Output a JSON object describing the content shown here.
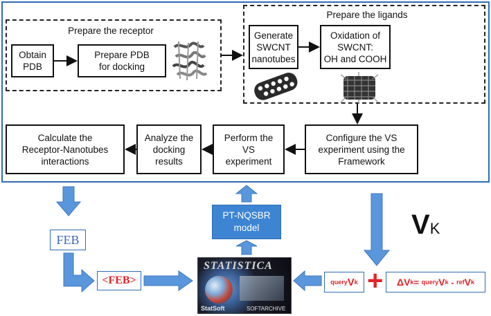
{
  "receptor_group": {
    "title": "Prepare the receptor",
    "obtain_pdb": "Obtain\nPDB",
    "prepare_pdb": "Prepare PDB\nfor docking"
  },
  "ligands_group": {
    "title": "Prepare the ligands",
    "generate": "Generate\nSWCNT\nnanotubes",
    "oxidation": "Oxidation of\nSWCNT:\nOH and COOH"
  },
  "workflow": {
    "configure": "Configure the VS\nexperiment using the\nFramework",
    "perform": "Perform the\nVS\nexperiment",
    "analyze": "Analyze the\ndocking\nresults",
    "calculate": "Calculate the\nReceptor-Nanotubes\ninteractions"
  },
  "model": {
    "label": "PT-NQSBR\nmodel"
  },
  "feb": {
    "plain": "FEB",
    "averaged": "<FEB>"
  },
  "vk": {
    "main": "V",
    "sub": "K"
  },
  "query_box": {
    "pre": "query",
    "v": "V",
    "k": "k"
  },
  "delta_box": {
    "delta": "ΔV",
    "k1": "k",
    "eq": "= ",
    "pre1": "query",
    "v2": "V",
    "k2": "k",
    "minus": " - ",
    "pre2": "ref",
    "v3": "V",
    "k3": "k"
  },
  "statistica": {
    "title": "STATISTICA",
    "brand": "StatSoft",
    "archive": "SOFTARCHIVE"
  },
  "colors": {
    "frame": "#2e6bb6",
    "arrow": "#5a96dc",
    "red": "#e0242b",
    "model_fill": "#3d85d3"
  }
}
